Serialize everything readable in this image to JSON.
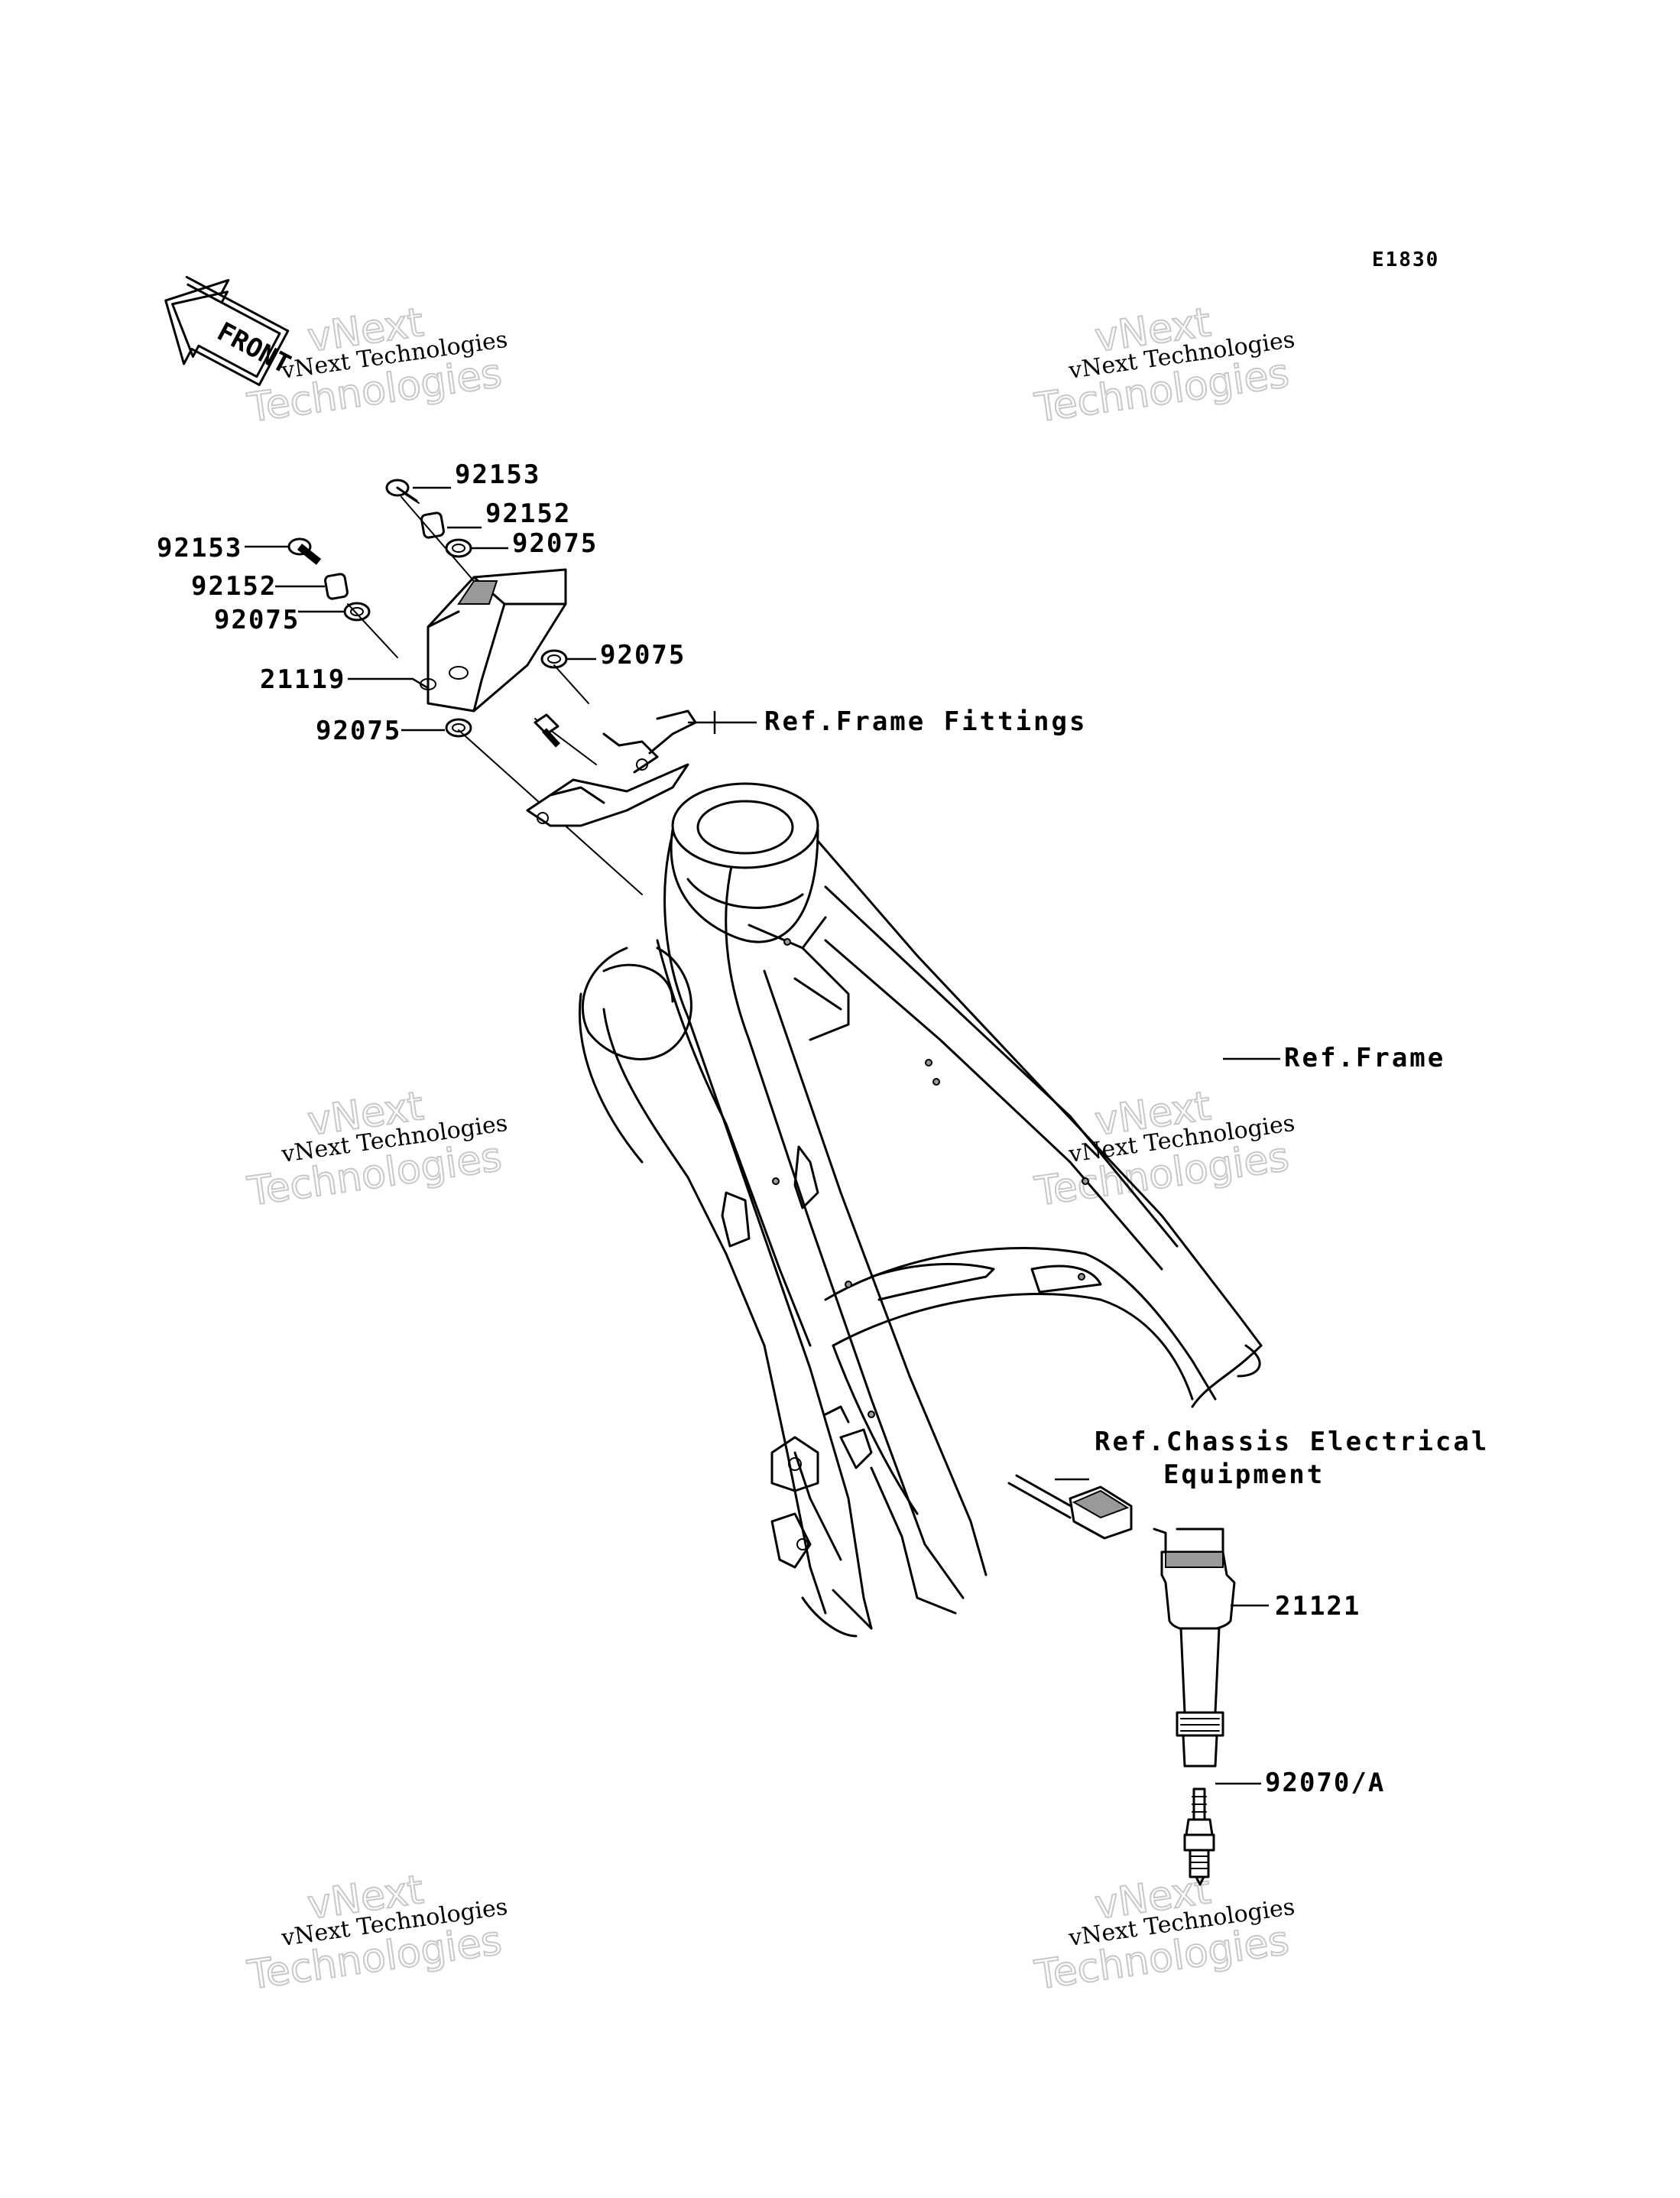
{
  "diagram": {
    "code": "E1830",
    "front_arrow_text": "FRONT",
    "watermark": {
      "line1": "vNext Technologies",
      "line2": "vNext",
      "line3": "Technologies"
    },
    "parts": [
      {
        "id": "p1",
        "number": "92153"
      },
      {
        "id": "p2",
        "number": "92152"
      },
      {
        "id": "p3",
        "number": "92075"
      },
      {
        "id": "p4",
        "number": "92153"
      },
      {
        "id": "p5",
        "number": "92152"
      },
      {
        "id": "p6",
        "number": "92075"
      },
      {
        "id": "p7",
        "number": "92075"
      },
      {
        "id": "p8",
        "number": "21119"
      },
      {
        "id": "p9",
        "number": "92075"
      },
      {
        "id": "p10",
        "number": "21121"
      },
      {
        "id": "p11",
        "number": "92070/A"
      }
    ],
    "references": {
      "frame_fittings": "Ref.Frame Fittings",
      "frame": "Ref.Frame",
      "chassis_line1": "Ref.Chassis Electrical",
      "chassis_line2": "Equipment"
    }
  }
}
